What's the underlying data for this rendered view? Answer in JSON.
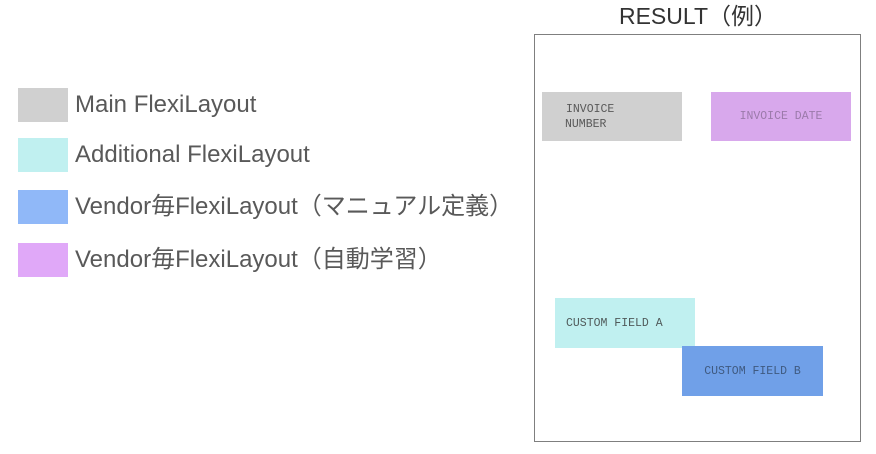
{
  "colors": {
    "main": "#d0d0d0",
    "additional": "#c0f0f0",
    "vendor_manual": "#90b8f8",
    "vendor_auto": "#e0a8f8",
    "result_invoice_date": "#d8a8ec",
    "result_custom_b": "#70a0e8"
  },
  "legend": [
    {
      "label": "Main FlexiLayout"
    },
    {
      "label": "Additional FlexiLayout"
    },
    {
      "label": "Vendor毎FlexiLayout（マニュアル定義）"
    },
    {
      "label": "Vendor毎FlexiLayout（自動学習）"
    }
  ],
  "result": {
    "title": "RESULT（例）",
    "fields": {
      "invoice_number_line1": "INVOICE",
      "invoice_number_line2": "NUMBER",
      "invoice_date": "INVOICE DATE",
      "custom_field_a": "CUSTOM FIELD A",
      "custom_field_b": "CUSTOM FIELD B"
    }
  }
}
